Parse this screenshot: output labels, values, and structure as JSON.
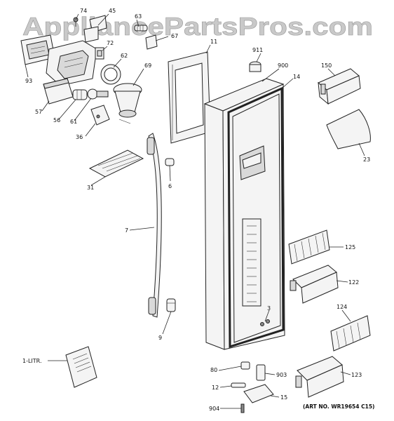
{
  "watermark": "AppliancePartsPros.com",
  "art_number": "(ART NO. WR19654 C15)",
  "callouts": {
    "c74": "74",
    "c45": "45",
    "c63": "63",
    "c67": "67",
    "c72": "72",
    "c62": "62",
    "c69": "69",
    "c93": "93",
    "c57": "57",
    "c56": "56",
    "c61": "61",
    "c36": "36",
    "c31": "31",
    "c6": "6",
    "c7": "7",
    "c9": "9",
    "c11": "11",
    "c911": "911",
    "c900": "900",
    "c14": "14",
    "c150": "150",
    "c23": "23",
    "c125": "125",
    "c122": "122",
    "c124": "124",
    "c123": "123",
    "c3": "3",
    "c80": "80",
    "c903": "903",
    "c12": "12",
    "c15": "15",
    "c904": "904",
    "litr": "1-LITR."
  }
}
